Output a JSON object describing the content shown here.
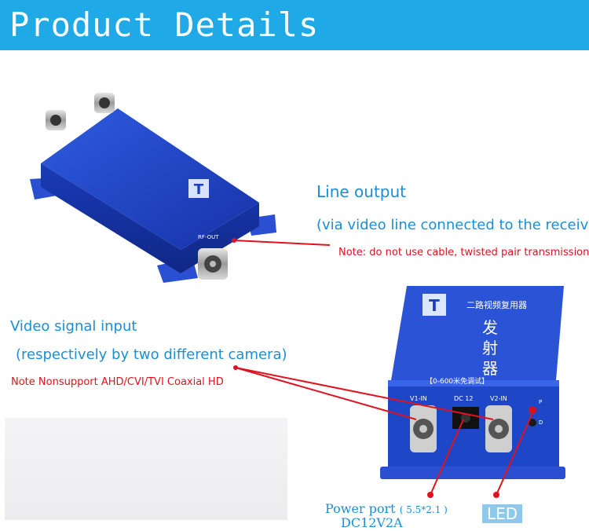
{
  "banner": {
    "title": "Product Details"
  },
  "callouts": {
    "line_output": {
      "title": "Line output",
      "subtitle": "(via video line connected to the receiver)",
      "note": "Note: do not use cable, twisted pair transmission"
    },
    "video_input": {
      "title": "Video signal input",
      "subtitle": "(respectively by two different camera)",
      "note": "Note  Nonsupport AHD/CVI/TVI Coaxial HD"
    },
    "power_port": {
      "label": "Power port",
      "size": "( 5.5*2.1 )",
      "spec": "DC12V2A"
    },
    "led": {
      "label": "LED"
    }
  },
  "device": {
    "face_letter": "T",
    "top_text_a": "二路视频复用器",
    "top_text_b": "发",
    "top_text_c": "射",
    "top_text_d": "器",
    "range_text": "【0-600米免调试】",
    "port_rf_out": "RF-OUT",
    "port_v1": "V1-IN",
    "port_v2": "V2-IN",
    "port_dc": "DC 12",
    "led_p": "P",
    "led_d": "D"
  },
  "colors": {
    "banner": "#1fa9e6",
    "callout_blue": "#1a8fd6",
    "note_red": "#e0121f",
    "device_blue": "#1d3fbf"
  }
}
